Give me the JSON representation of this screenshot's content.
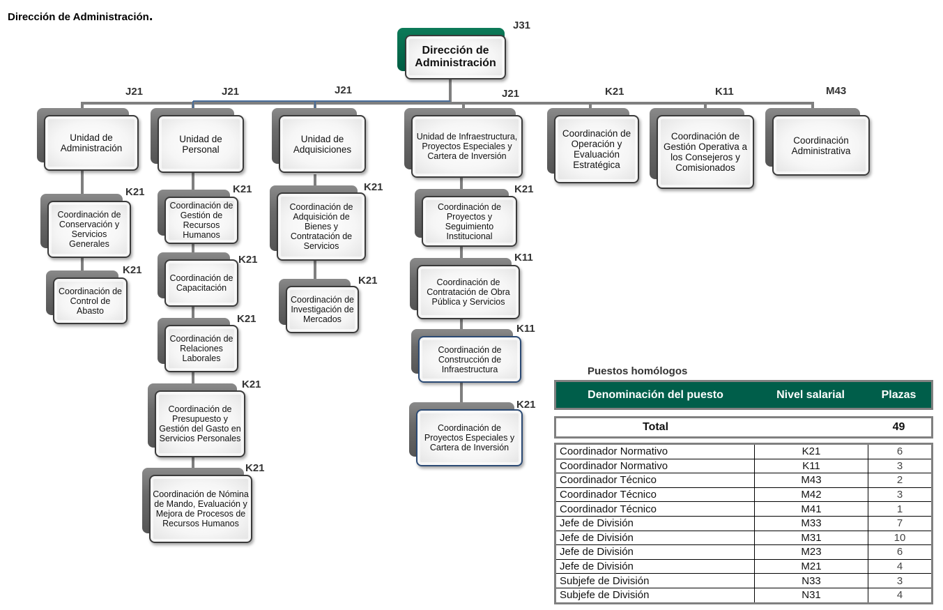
{
  "title": "Dirección de Administración",
  "title_suffix": ".",
  "root": {
    "label": "Dirección de Administración",
    "level": "J31"
  },
  "units": [
    {
      "label": "Unidad de Administración",
      "level": "J21",
      "children": [
        {
          "label": "Coordinación de Conservación y Servicios Generales",
          "level": "K21"
        },
        {
          "label": "Coordinación de Control de Abasto",
          "level": "K21"
        }
      ]
    },
    {
      "label": "Unidad de Personal",
      "level": "J21",
      "children": [
        {
          "label": "Coordinación de Gestión de Recursos Humanos",
          "level": "K21"
        },
        {
          "label": "Coordinación de Capacitación",
          "level": "K21"
        },
        {
          "label": "Coordinación de Relaciones Laborales",
          "level": "K21"
        },
        {
          "label": "Coordinación de Presupuesto y Gestión del Gasto en Servicios Personales",
          "level": "K21"
        },
        {
          "label": "Coordinación de Nómina de Mando, Evaluación y Mejora de Procesos de Recursos Humanos",
          "level": "K21"
        }
      ]
    },
    {
      "label": "Unidad de Adquisiciones",
      "level": "J21",
      "children": [
        {
          "label": "Coordinación de Adquisición de Bienes y Contratación de Servicios",
          "level": "K21"
        },
        {
          "label": "Coordinación de Investigación de Mercados",
          "level": "K21"
        }
      ]
    },
    {
      "label": "Unidad de Infraestructura, Proyectos Especiales y Cartera de Inversión",
      "level": "J21",
      "children": [
        {
          "label": "Coordinación de Proyectos y Seguimiento Institucional",
          "level": "K21"
        },
        {
          "label": "Coordinación de Contratación de Obra Pública y Servicios",
          "level": "K11"
        },
        {
          "label": "Coordinación de Construcción de Infraestructura",
          "level": "K11"
        },
        {
          "label": "Coordinación de Proyectos Especiales y Cartera de Inversión",
          "level": "K21"
        }
      ]
    },
    {
      "label": "Coordinación de Operación y Evaluación Estratégica",
      "level": "K21",
      "children": []
    },
    {
      "label": "Coordinación de Gestión Operativa a los Consejeros y Comisionados",
      "level": "K11",
      "children": []
    },
    {
      "label": "Coordinación Administrativa",
      "level": "M43",
      "children": []
    }
  ],
  "homologos": {
    "title": "Puestos homólogos",
    "headers": [
      "Denominación del puesto",
      "Nivel salarial",
      "Plazas"
    ],
    "total_label": "Total",
    "total_value": "49",
    "rows": [
      [
        "Coordinador Normativo",
        "K21",
        "6"
      ],
      [
        "Coordinador Normativo",
        "K11",
        "3"
      ],
      [
        "Coordinador Técnico",
        "M43",
        "2"
      ],
      [
        "Coordinador Técnico",
        "M42",
        "3"
      ],
      [
        "Coordinador Técnico",
        "M41",
        "1"
      ],
      [
        "Jefe de División",
        "M33",
        "7"
      ],
      [
        "Jefe de División",
        "M31",
        "10"
      ],
      [
        "Jefe de División",
        "M23",
        "6"
      ],
      [
        "Jefe de División",
        "M21",
        "4"
      ],
      [
        "Subjefe de División",
        "N33",
        "3"
      ],
      [
        "Subjefe de División",
        "N31",
        "4"
      ]
    ]
  },
  "colors": {
    "header_green": "#005e4a",
    "root_back": "#0d7a58",
    "connector": "#7f7f7f",
    "blue_border": "#2b4a74"
  }
}
